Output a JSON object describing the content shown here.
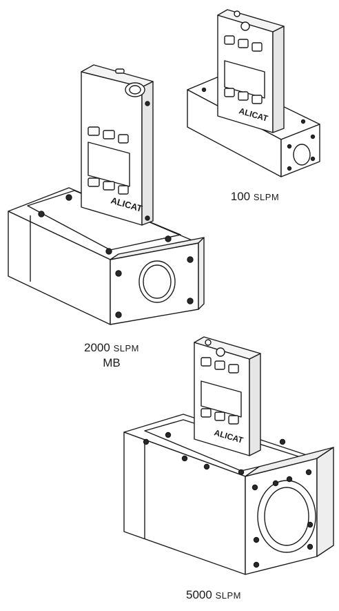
{
  "figure": {
    "brand": "ALICAT",
    "units_small": "SLPM",
    "meters": [
      {
        "id": "m100",
        "flow": "100",
        "units": "SLPM",
        "extra": ""
      },
      {
        "id": "m2000",
        "flow": "2000",
        "units": "SLPM",
        "extra": "MB"
      },
      {
        "id": "m5000",
        "flow": "5000",
        "units": "SLPM",
        "extra": ""
      }
    ]
  },
  "colors": {
    "line": "#1a1a1a",
    "face": "#ffffff",
    "shade": "#e6e6e6",
    "dark": "#2a2a2a"
  }
}
